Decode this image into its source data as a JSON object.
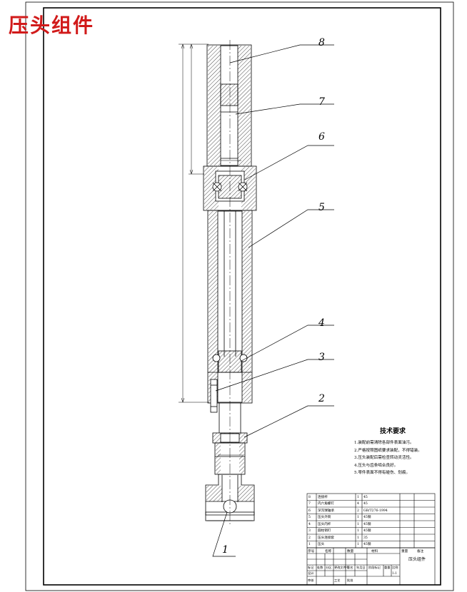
{
  "page_title": "压头组件",
  "colors": {
    "title": "#d11a1a",
    "ink": "#000000",
    "paper": "#ffffff"
  },
  "balloons": [
    "8",
    "7",
    "6",
    "5",
    "4",
    "3",
    "2",
    "1"
  ],
  "tech_req": {
    "title": "技术要求",
    "items": [
      "1.装配前需清除各部件表面油污。",
      "2.严格按照图纸要求装配，不得错装。",
      "3.压头装配后需检查转动灵活性。",
      "4.压头与齿条啮合良好。",
      "5.零件表面不得有碰伤、划痕。"
    ]
  },
  "bom": {
    "rows": [
      {
        "no": "8",
        "name": "连接杆",
        "qty": "1",
        "material": "45"
      },
      {
        "no": "7",
        "name": "内六角螺钉",
        "qty": "4",
        "material": "45"
      },
      {
        "no": "6",
        "name": "深沟球轴承",
        "qty": "2",
        "material": "GB/T276-1994"
      },
      {
        "no": "5",
        "name": "压头外筒",
        "qty": "1",
        "material": "45钢"
      },
      {
        "no": "4",
        "name": "压头内杆",
        "qty": "1",
        "material": "45钢"
      },
      {
        "no": "3",
        "name": "圆柱销钉",
        "qty": "1",
        "material": "45钢"
      },
      {
        "no": "2",
        "name": "压头连接套",
        "qty": "1",
        "material": "35"
      },
      {
        "no": "1",
        "name": "压头",
        "qty": "1",
        "material": "45钢"
      }
    ],
    "header": {
      "no": "序号",
      "name": "名称",
      "qty": "数量",
      "material": "材料",
      "weight": "重量",
      "note": "备注"
    }
  },
  "title_block": {
    "drawing_name": "压头组件",
    "scale": "1:1",
    "labels": [
      "标记",
      "处数",
      "分区",
      "更改文件号",
      "签名",
      "年月日",
      "设计",
      "审核",
      "工艺",
      "批准",
      "阶段标记",
      "重量",
      "比例"
    ]
  }
}
